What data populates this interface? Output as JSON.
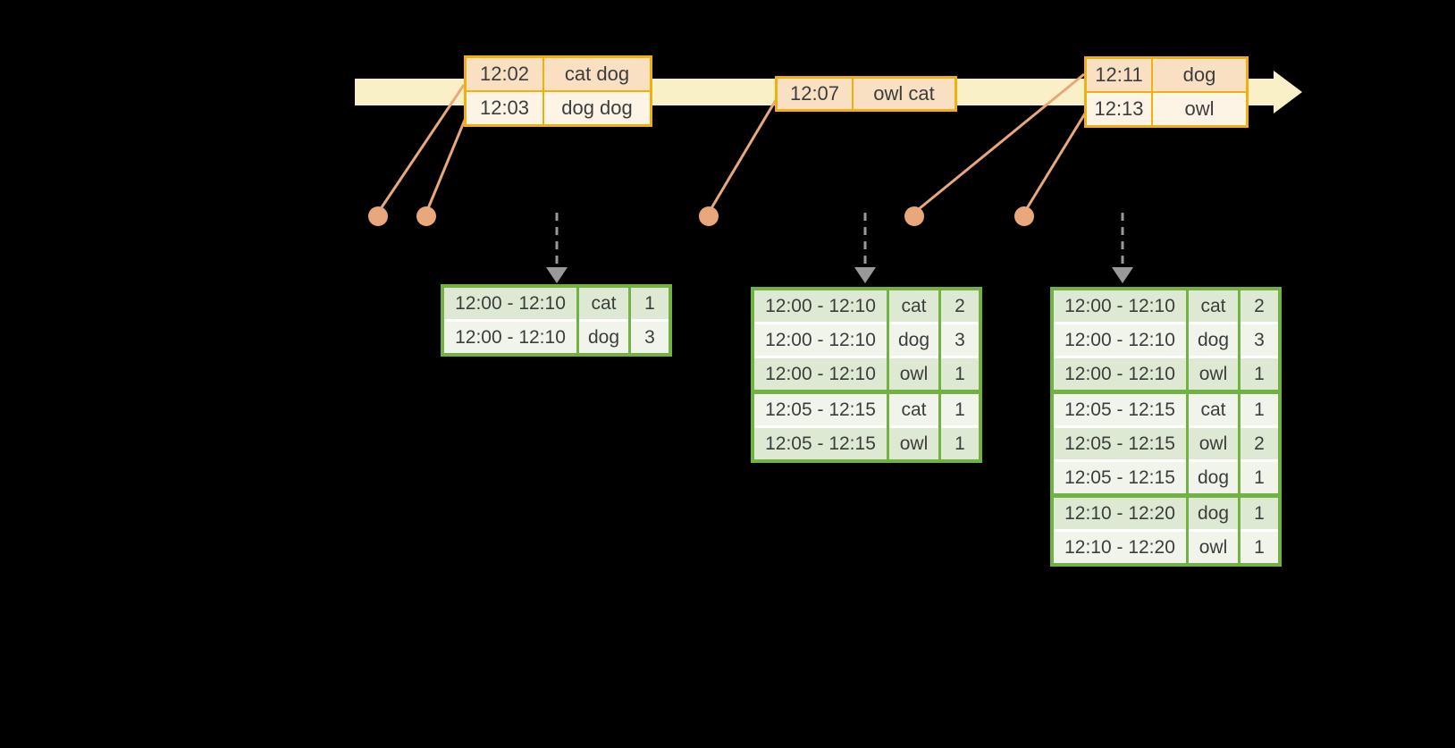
{
  "diagram": {
    "description_colors": {
      "background": "#000000",
      "timeline_fill": "#FAF0C8",
      "event_table_border": "#F0B10E",
      "event_row_peach": "#FAE0C2",
      "event_row_cream": "#FDF4E6",
      "connector_salmon": "#E8A87C",
      "result_table_border": "#72B243",
      "result_row_dark": "#DEE9D3",
      "result_row_light": "#F0F4EB",
      "trigger_arrow_gray": "#999999",
      "text": "#3D3D3D"
    },
    "event_tables": [
      {
        "rows": [
          {
            "time": "12:02",
            "words": "cat dog"
          },
          {
            "time": "12:03",
            "words": "dog dog"
          }
        ]
      },
      {
        "rows": [
          {
            "time": "12:07",
            "words": "owl cat"
          }
        ]
      },
      {
        "rows": [
          {
            "time": "12:11",
            "words": "dog"
          },
          {
            "time": "12:13",
            "words": "owl"
          }
        ]
      }
    ],
    "result_tables": [
      {
        "rows": [
          {
            "window": "12:00 - 12:10",
            "word": "cat",
            "count": "1"
          },
          {
            "window": "12:00 - 12:10",
            "word": "dog",
            "count": "3"
          }
        ]
      },
      {
        "rows": [
          {
            "window": "12:00 - 12:10",
            "word": "cat",
            "count": "2"
          },
          {
            "window": "12:00 - 12:10",
            "word": "dog",
            "count": "3"
          },
          {
            "window": "12:00 - 12:10",
            "word": "owl",
            "count": "1"
          },
          {
            "window": "12:05 - 12:15",
            "word": "cat",
            "count": "1"
          },
          {
            "window": "12:05 - 12:15",
            "word": "owl",
            "count": "1"
          }
        ]
      },
      {
        "rows": [
          {
            "window": "12:00 - 12:10",
            "word": "cat",
            "count": "2"
          },
          {
            "window": "12:00 - 12:10",
            "word": "dog",
            "count": "3"
          },
          {
            "window": "12:00 - 12:10",
            "word": "owl",
            "count": "1"
          },
          {
            "window": "12:05 - 12:15",
            "word": "cat",
            "count": "1"
          },
          {
            "window": "12:05 - 12:15",
            "word": "owl",
            "count": "2"
          },
          {
            "window": "12:05 - 12:15",
            "word": "dog",
            "count": "1"
          },
          {
            "window": "12:10 - 12:20",
            "word": "dog",
            "count": "1"
          },
          {
            "window": "12:10 - 12:20",
            "word": "owl",
            "count": "1"
          }
        ]
      }
    ]
  }
}
